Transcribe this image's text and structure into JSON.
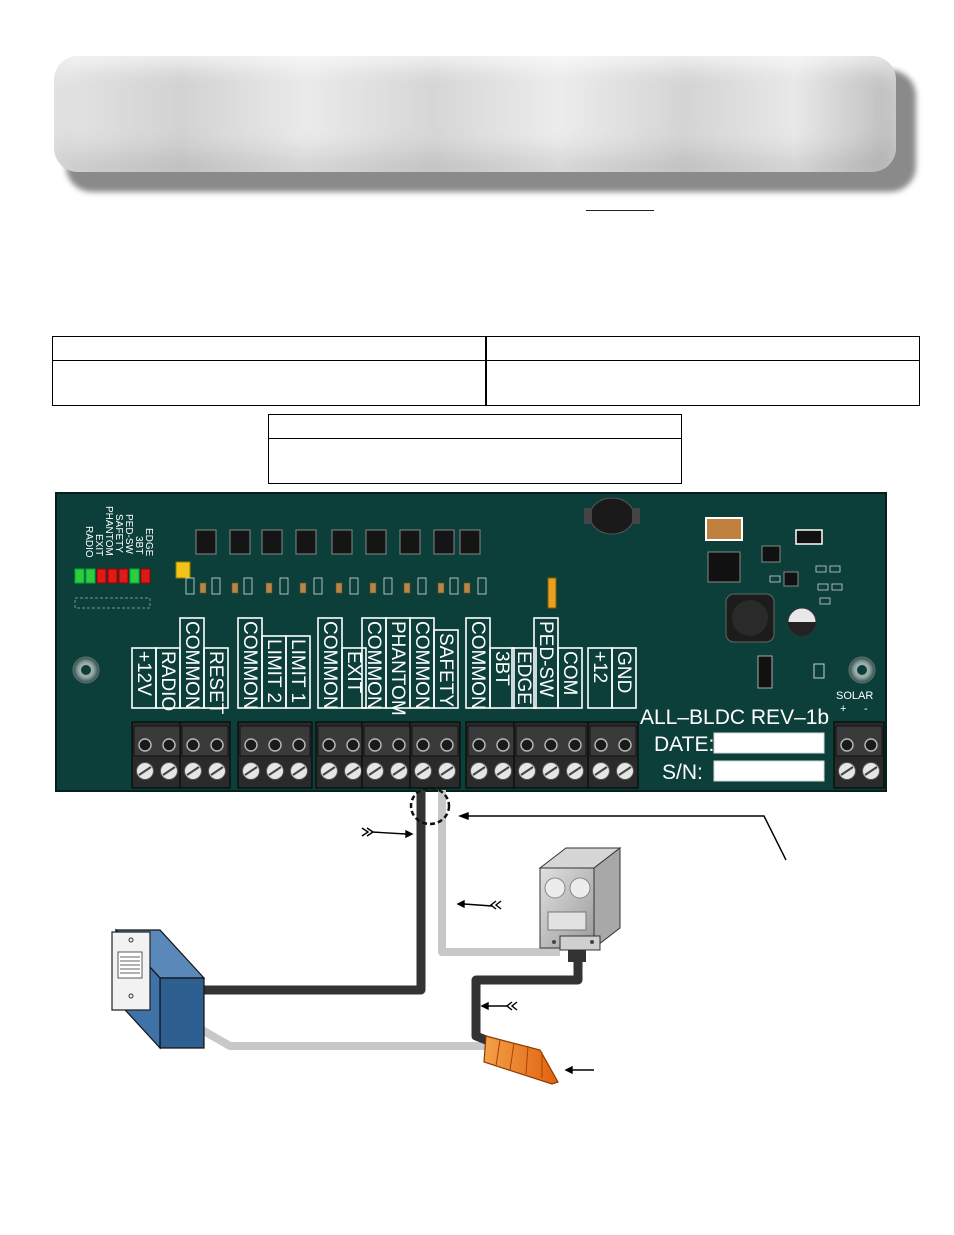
{
  "board": {
    "model": "ALL–BLDC REV–1b",
    "date_label": "DATE:",
    "sn_label": "S/N:",
    "solar_label": "SOLAR",
    "solar_plus": "+",
    "solar_minus": "-",
    "led_labels": [
      "EDGE",
      "3BT",
      "PED-SW",
      "SAFETY",
      "PHANTOM",
      "EXIT",
      "RADIO"
    ],
    "terminal_labels": [
      "+12V",
      "RADIO",
      "COMMON",
      "RESET",
      "COMMON",
      "LIMIT 2",
      "LIMIT 1",
      "COMMON",
      "EXIT",
      "COMMON",
      "PHANTOM",
      "COMMON",
      "SAFETY",
      "COMMON",
      "3BT",
      "EDGE",
      "PED-SW",
      "COM",
      "+12",
      "GND"
    ]
  },
  "colors": {
    "board": "#0c3f3a",
    "header_gradient": "#d4d4d4",
    "wire_black": "#333333",
    "wire_gray": "#c8c8c8",
    "wire_nut": "#f07a1e",
    "receiver": "#3b6c9c"
  },
  "icons": [
    "photo-eye-receiver",
    "photo-eye-reflector",
    "wire-nut",
    "arrow-double-chevron"
  ]
}
